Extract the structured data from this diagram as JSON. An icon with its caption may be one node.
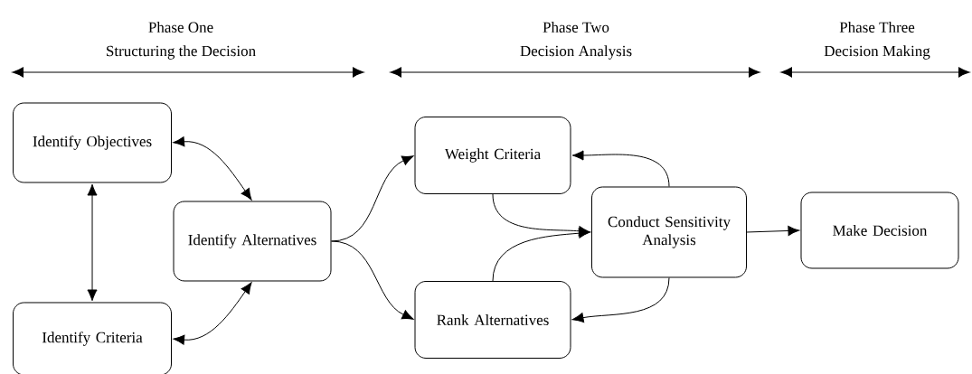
{
  "diagram": {
    "nodes": [
      {
        "text": [
          "Identify Objectives"
        ]
      },
      {
        "text": [
          "Identify Criteria"
        ]
      },
      {
        "text": [
          "Identify Alternatives"
        ]
      },
      {
        "text": [
          "Weight Criteria"
        ]
      },
      {
        "text": [
          "Rank Alternatives"
        ]
      },
      {
        "text": [
          "Conduct Sensitivity Analysis"
        ]
      },
      {
        "text": [
          "Make Decision"
        ]
      }
    ],
    "edges": [
      {
        "from": 0,
        "to": 1,
        "arrow": "both"
      },
      {
        "from": 0,
        "to": 2,
        "arrow": "both"
      },
      {
        "from": 1,
        "to": 2,
        "arrow": "both"
      },
      {
        "from": 2,
        "to": 3,
        "arrow": "to"
      },
      {
        "from": 2,
        "to": 4,
        "arrow": "to"
      },
      {
        "from": 3,
        "to": 5,
        "arrow": "to"
      },
      {
        "from": 4,
        "to": 5,
        "arrow": "to"
      },
      {
        "from": 5,
        "to": 3,
        "arrow": "to"
      },
      {
        "from": 5,
        "to": 4,
        "arrow": "to"
      },
      {
        "from": 5,
        "to": 6,
        "arrow": "to"
      }
    ],
    "labels": [
      "Phase One",
      "Structuring the Decision",
      "Phase Two",
      "Decision Analysis",
      "Phase Three",
      "Decision Making"
    ]
  }
}
